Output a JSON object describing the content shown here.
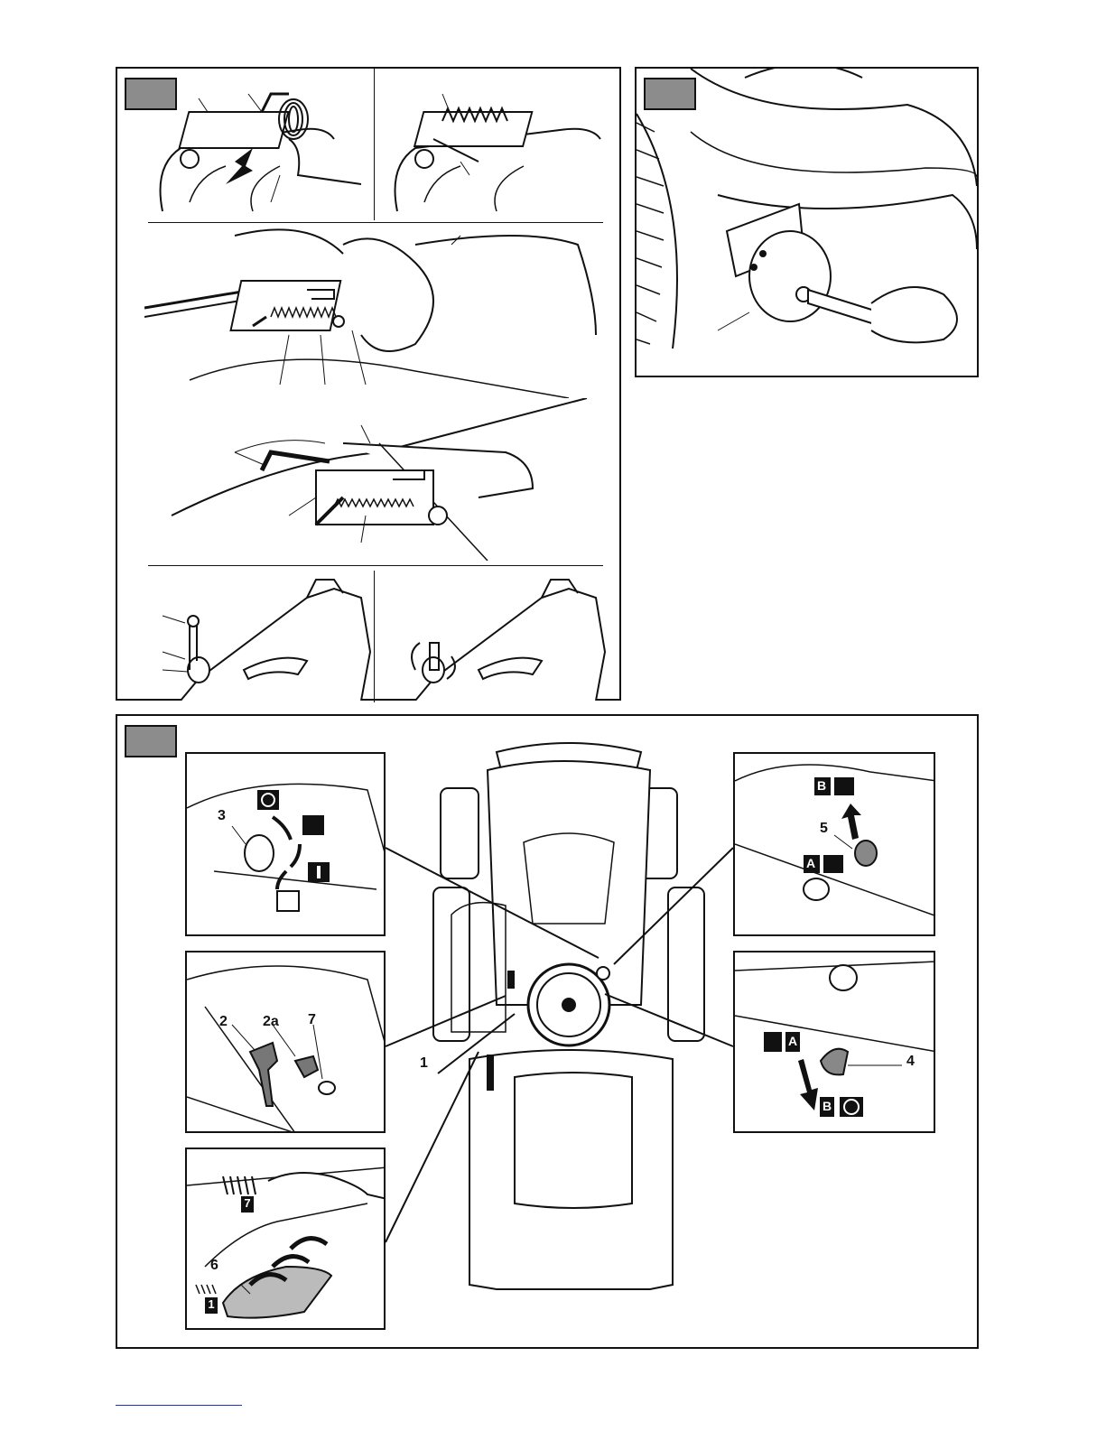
{
  "figure_top_left": {
    "panels": [
      "spring-hook-attach",
      "spring-tensioned",
      "chute-bracket-hold",
      "chute-bracket-pin",
      "pin-insert",
      "pin-secure"
    ]
  },
  "figure_top_right": {
    "panels": [
      "wheel-hub-removal"
    ]
  },
  "figure_bottom": {
    "callouts": {
      "ignition": {
        "number": "3",
        "symbols": [
          "O",
          "I"
        ]
      },
      "levers": {
        "n1": "2",
        "n2": "2a",
        "n3": "7"
      },
      "height": {
        "n1": "6",
        "low": "1",
        "high": "7"
      },
      "seat_lever": {
        "number": "1"
      },
      "blade": {
        "number": "5",
        "a": "A",
        "b": "B"
      },
      "parking": {
        "number": "4",
        "a": "A",
        "b": "B"
      }
    }
  }
}
